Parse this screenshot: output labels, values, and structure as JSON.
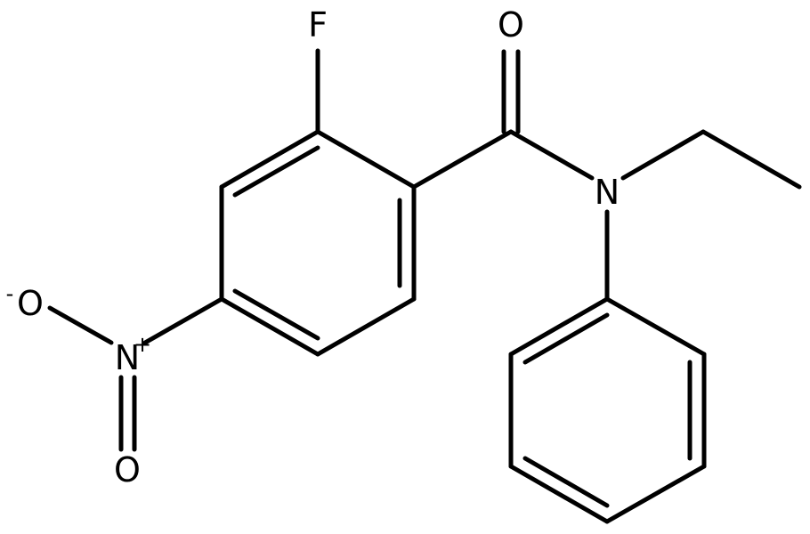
{
  "molecule": {
    "labels": {
      "fluorine": "F",
      "carbonyl_oxygen": "O",
      "amide_nitrogen": "N",
      "nitro_nitrogen": "N",
      "nitro_nitrogen_charge": "+",
      "nitro_oxygen_minus": "O",
      "nitro_oxygen_minus_charge": "-",
      "nitro_oxygen_double": "O"
    },
    "colors": {
      "bond": "#000000",
      "label": "#000000",
      "background": "#ffffff"
    }
  }
}
